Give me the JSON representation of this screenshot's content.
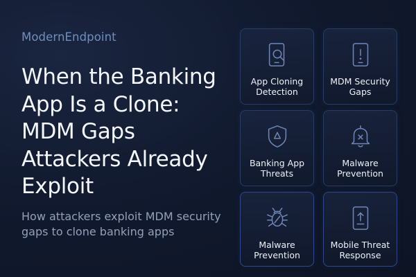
{
  "brand": "ModernEndpoint",
  "title": "When the Banking App Is a Clone: MDM Gaps Attackers Already Exploit",
  "subtitle": "How attackers exploit MDM security gaps to clone banking apps",
  "cards": [
    {
      "label": "App Cloning Detection",
      "icon": "phone-search-icon"
    },
    {
      "label": "MDM Security Gaps",
      "icon": "phone-alert-icon"
    },
    {
      "label": "Banking App Threats",
      "icon": "shield-warning-icon"
    },
    {
      "label": "Malware Prevention",
      "icon": "bell-x-icon"
    },
    {
      "label": "Malware Prevention",
      "icon": "bug-icon"
    },
    {
      "label": "Mobile Threat Response",
      "icon": "phone-upload-icon"
    }
  ],
  "colors": {
    "background": "#111a2e",
    "brand": "#6f8fbe",
    "icon_stroke": "#6f86b6",
    "card_border": "#283c66"
  }
}
